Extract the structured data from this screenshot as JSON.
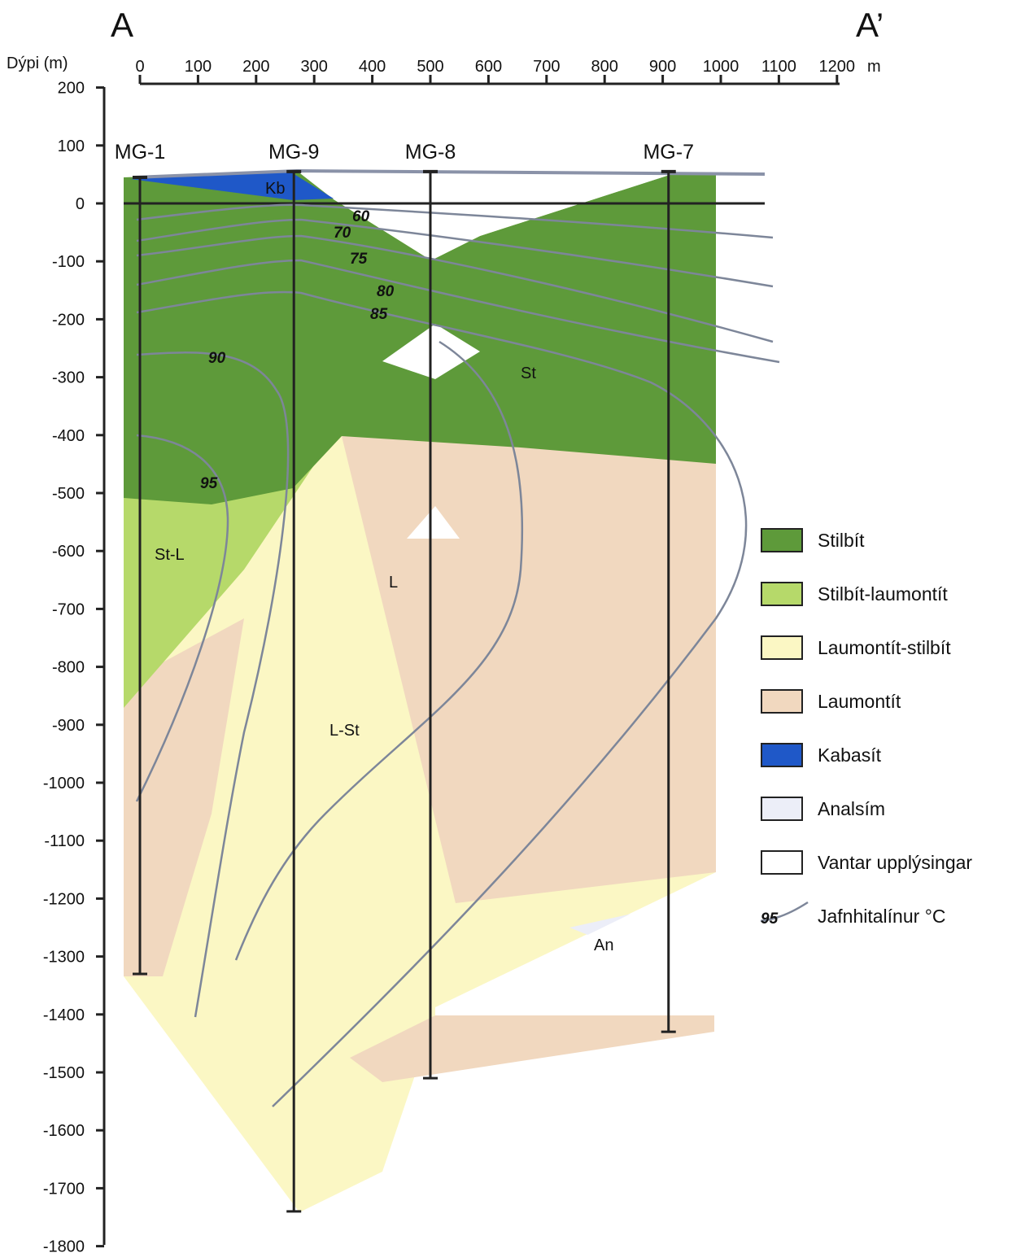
{
  "section": {
    "start_label": "A",
    "end_label": "A’",
    "depth_axis_title": "Dýpi (m)",
    "distance_unit": "m",
    "distance_ticks": [
      "0",
      "100",
      "200",
      "300",
      "400",
      "500",
      "600",
      "700",
      "800",
      "900",
      "1000",
      "1100",
      "1200"
    ],
    "depth_ticks": [
      "200",
      "100",
      "0",
      "-100",
      "-200",
      "-300",
      "-400",
      "-500",
      "-600",
      "-700",
      "-800",
      "-900",
      "-1000",
      "-1100",
      "-1200",
      "-1300",
      "-1400",
      "-1500",
      "-1600",
      "-1700",
      "-1800"
    ]
  },
  "wells": [
    {
      "name": "MG-1",
      "distance_m": 0,
      "top_m": 45,
      "bottom_m": -1330
    },
    {
      "name": "MG-9",
      "distance_m": 265,
      "top_m": 55,
      "bottom_m": -1740
    },
    {
      "name": "MG-8",
      "distance_m": 500,
      "top_m": 55,
      "bottom_m": -1510
    },
    {
      "name": "MG-7",
      "distance_m": 910,
      "top_m": 55,
      "bottom_m": -1430
    }
  ],
  "zone_labels": {
    "kb": "Kb",
    "st": "St",
    "st_l": "St-L",
    "l": "L",
    "l_st": "L-St",
    "an": "An"
  },
  "isotherm_labels": [
    "60",
    "70",
    "75",
    "80",
    "85",
    "90",
    "95"
  ],
  "legend": [
    {
      "key": "stilbit",
      "label": "Stilbít",
      "color": "#5e9a3a"
    },
    {
      "key": "stilbit_laumontit",
      "label": "Stilbít-laumontít",
      "color": "#b6d96a"
    },
    {
      "key": "laumontit_stilbit",
      "label": "Laumontít-stilbít",
      "color": "#fbf7c4"
    },
    {
      "key": "laumontit",
      "label": "Laumontít",
      "color": "#f1d8bf"
    },
    {
      "key": "kabasit",
      "label": "Kabasít",
      "color": "#1f58c8"
    },
    {
      "key": "analsim",
      "label": "Analsím",
      "color": "#eceef8"
    },
    {
      "key": "vantar",
      "label": "Vantar upplýsingar",
      "color": "#ffffff"
    },
    {
      "key": "isotherm",
      "label": "Jafnhitalínur °C",
      "color": "#7d8699",
      "icon_text": "95"
    }
  ]
}
